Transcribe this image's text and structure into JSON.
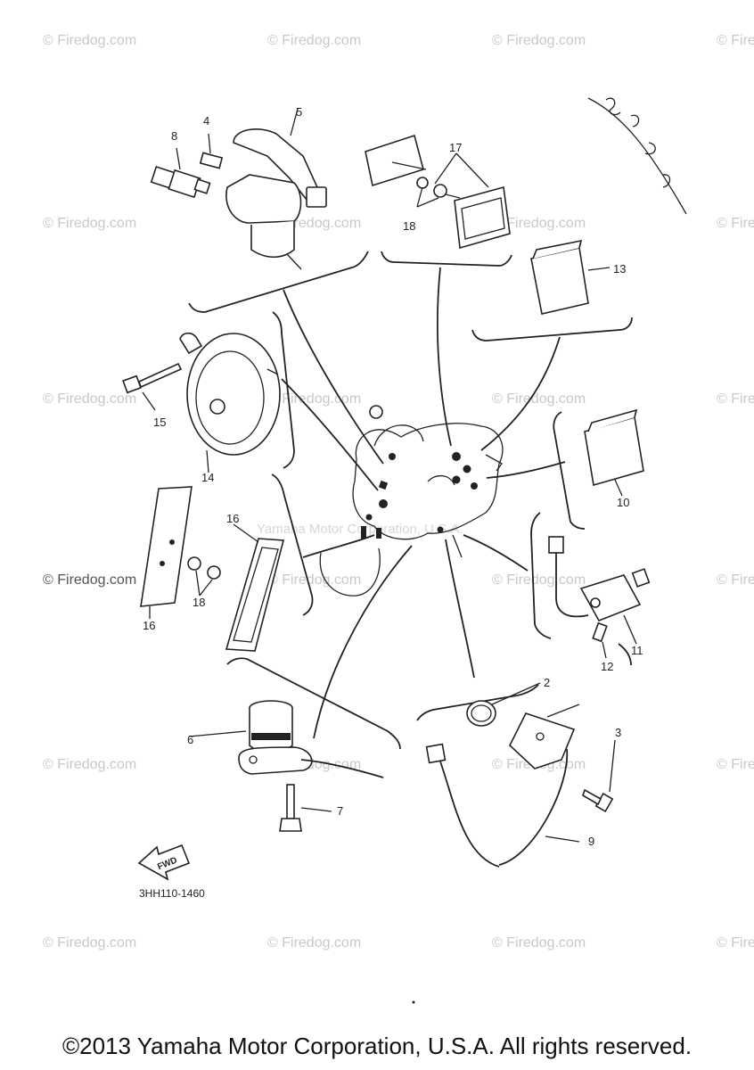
{
  "watermark": "© Firedog.com",
  "faint_watermark": "Yamaha Motor Corporation, U.S.A.",
  "diagram_code": "3HH110-1460",
  "fwd_label": "FWD",
  "callouts": {
    "c2": "2",
    "c3": "3",
    "c4": "4",
    "c5": "5",
    "c6": "6",
    "c7": "7",
    "c8": "8",
    "c9": "9",
    "c10": "10",
    "c11": "11",
    "c12": "12",
    "c13": "13",
    "c14": "14",
    "c15": "15",
    "c16a": "16",
    "c16b": "16",
    "c17": "17",
    "c18a": "18",
    "c18b": "18"
  },
  "footer": "©2013 Yamaha Motor Corporation, U.S.A. All rights reserved."
}
